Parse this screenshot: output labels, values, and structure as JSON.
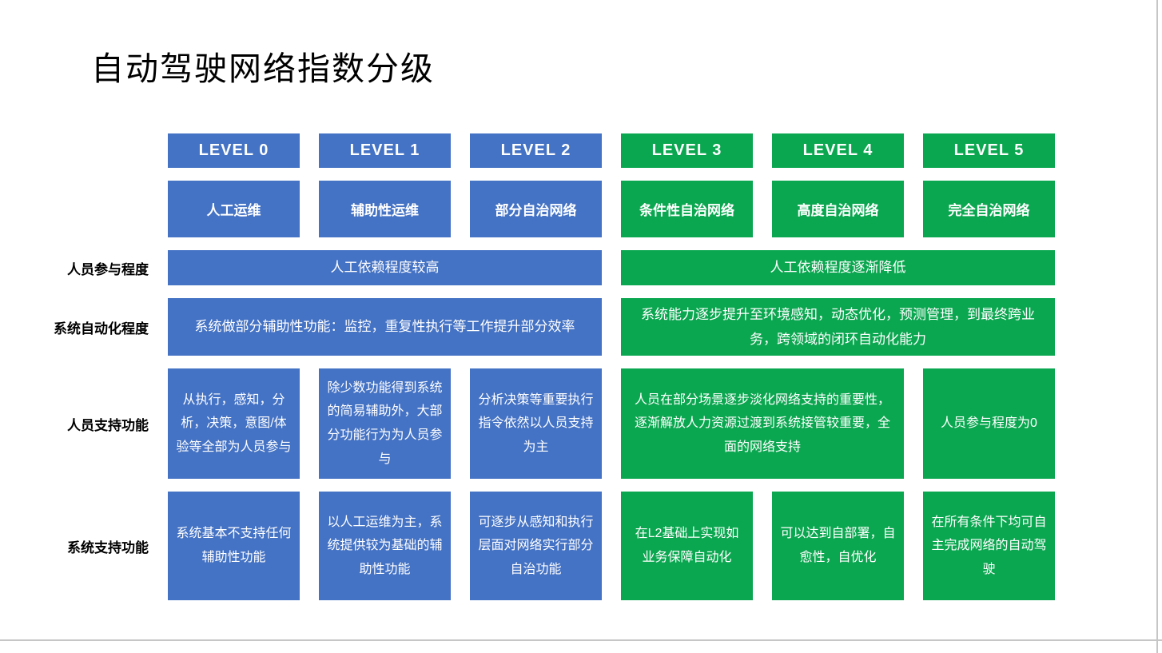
{
  "title": "自动驾驶网络指数分级",
  "colors": {
    "blue": "#4472c4",
    "green": "#0ba750",
    "text_on_box": "#ffffff",
    "edge_line": "#c6c6c6"
  },
  "levels": [
    {
      "code": "LEVEL 0",
      "name": "人工运维",
      "tier": "blue"
    },
    {
      "code": "LEVEL 1",
      "name": "辅助性运维",
      "tier": "blue"
    },
    {
      "code": "LEVEL 2",
      "name": "部分自治网络",
      "tier": "blue"
    },
    {
      "code": "LEVEL 3",
      "name": "条件性自治网络",
      "tier": "green"
    },
    {
      "code": "LEVEL 4",
      "name": "高度自治网络",
      "tier": "green"
    },
    {
      "code": "LEVEL 5",
      "name": "完全自治网络",
      "tier": "green"
    }
  ],
  "rows": [
    {
      "label": "人员参与程度",
      "cells": [
        {
          "text": "人工依赖程度较高",
          "tier": "blue",
          "span": 3
        },
        {
          "text": "人工依赖程度逐渐降低",
          "tier": "green",
          "span": 3
        }
      ]
    },
    {
      "label": "系统自动化程度",
      "cells": [
        {
          "text": "系统做部分辅助性功能：监控，重复性执行等工作提升部分效率",
          "tier": "blue",
          "span": 3
        },
        {
          "text": "系统能力逐步提升至环境感知，动态优化，预测管理，到最终跨业务，跨领域的闭环自动化能力",
          "tier": "green",
          "span": 3
        }
      ]
    },
    {
      "label": "人员支持功能",
      "cells": [
        {
          "text": "从执行，感知，分析，决策，意图/体验等全部为人员参与",
          "tier": "blue",
          "span": 1
        },
        {
          "text": "除少数功能得到系统的简易辅助外，大部分功能行为为人员参与",
          "tier": "blue",
          "span": 1
        },
        {
          "text": "分析决策等重要执行指令依然以人员支持为主",
          "tier": "blue",
          "span": 1
        },
        {
          "text": "人员在部分场景逐步淡化网络支持的重要性，逐渐解放人力资源过渡到系统接管较重要，全面的网络支持",
          "tier": "green",
          "span": 2
        },
        {
          "text": "人员参与程度为0",
          "tier": "green",
          "span": 1
        }
      ]
    },
    {
      "label": "系统支持功能",
      "cells": [
        {
          "text": "系统基本不支持任何辅助性功能",
          "tier": "blue",
          "span": 1
        },
        {
          "text": "以人工运维为主，系统提供较为基础的辅助性功能",
          "tier": "blue",
          "span": 1
        },
        {
          "text": "可逐步从感知和执行层面对网络实行部分自治功能",
          "tier": "blue",
          "span": 1
        },
        {
          "text": "在L2基础上实现如业务保障自动化",
          "tier": "green",
          "span": 1
        },
        {
          "text": "可以达到自部署，自愈性，自优化",
          "tier": "green",
          "span": 1
        },
        {
          "text": "在所有条件下均可自主完成网络的自动驾驶",
          "tier": "green",
          "span": 1
        }
      ]
    }
  ]
}
